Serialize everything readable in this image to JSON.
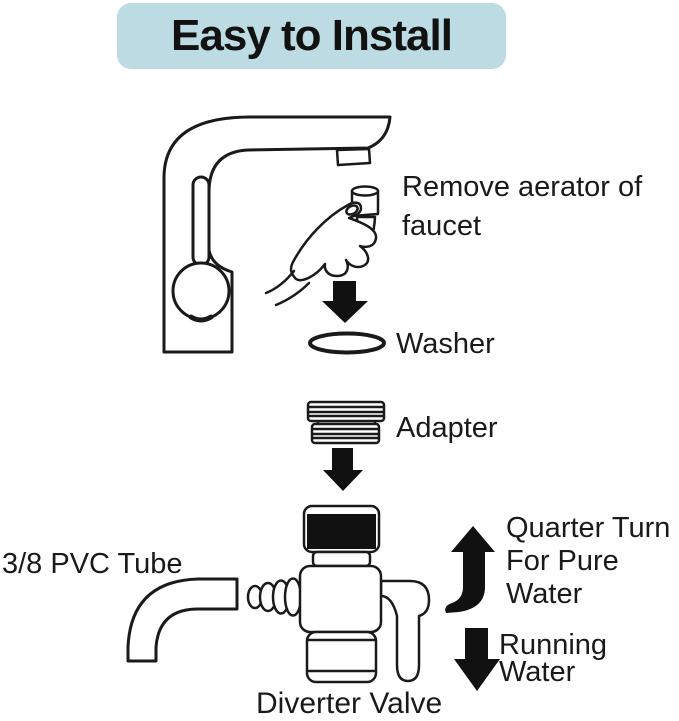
{
  "title": {
    "text": "Easy to Install"
  },
  "labels": {
    "remove_aerator": "Remove aerator of\nfaucet",
    "washer": "Washer",
    "adapter": "Adapter",
    "pvc_tube": "3/8 PVC Tube",
    "quarter_turn": "Quarter Turn\nFor Pure\nWater",
    "running_water": "Running\nWater",
    "diverter_valve": "Diverter Valve"
  },
  "colors": {
    "banner_bg": "#bcdbe2",
    "line": "#1a1a1a",
    "text": "#1a1a1a",
    "arrow_fill": "#111111",
    "background": "#ffffff"
  },
  "icons": {
    "step1_arrow": "down-arrow",
    "step2_arrow": "down-arrow",
    "pure_water_arrow": "curved-up-arrow",
    "running_water_arrow": "down-arrow"
  }
}
